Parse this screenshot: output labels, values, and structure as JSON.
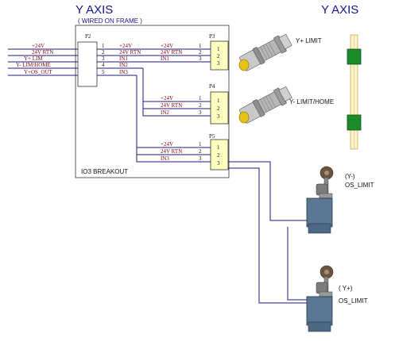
{
  "titles": {
    "left": "Y AXIS",
    "left_sub": "( WIRED ON FRAME )",
    "right": "Y AXIS"
  },
  "board": {
    "label": "IO3 BREAKOUT",
    "input_connector": "P2",
    "input_pins": [
      {
        "wire": "+24V",
        "num": "1",
        "signal": "+24V"
      },
      {
        "wire": "24V RTN",
        "num": "2",
        "signal": "24V RTN"
      },
      {
        "wire": "Y+ LIM",
        "num": "3",
        "signal": "IN1"
      },
      {
        "wire": "Y- LIM/HOME",
        "num": "4",
        "signal": "IN2"
      },
      {
        "wire": "Y+OS_OUT",
        "num": "5",
        "signal": "IN3"
      }
    ],
    "outputs": [
      {
        "connector": "P3",
        "rows": [
          {
            "signal": "+24V",
            "num": "1",
            "term": "1"
          },
          {
            "signal": "24V RTN",
            "num": "2",
            "term": "2"
          },
          {
            "signal": "IN1",
            "num": "3",
            "term": "3"
          }
        ]
      },
      {
        "connector": "P4",
        "rows": [
          {
            "signal": "+24V",
            "num": "1",
            "term": "1"
          },
          {
            "signal": "24V RTN",
            "num": "2",
            "term": "2"
          },
          {
            "signal": "IN2",
            "num": "3",
            "term": "3"
          }
        ]
      },
      {
        "connector": "P5",
        "rows": [
          {
            "signal": "+24V",
            "num": "1",
            "term": "1"
          },
          {
            "signal": "24V RTN",
            "num": "2",
            "term": "2"
          },
          {
            "signal": "IN3",
            "num": "3",
            "term": "3"
          }
        ]
      }
    ]
  },
  "devices": {
    "sensor_upper": "Y+ LIMIT",
    "sensor_lower": "Y- LIMIT/HOME",
    "switch_upper_tag": "(Y-)",
    "switch_upper_name": "OS_LIMIT",
    "switch_lower_tag": "( Y+)",
    "switch_lower_name": "OS_LIMIT"
  },
  "colors": {
    "wire": "#1a1a80",
    "signal_text": "#8b0000",
    "terminal_fill": "#ffffc0",
    "rail": "#fff2c6",
    "rail_edge": "#c8a860",
    "limit_block": "#1a8a2a",
    "title": "#14148c"
  }
}
